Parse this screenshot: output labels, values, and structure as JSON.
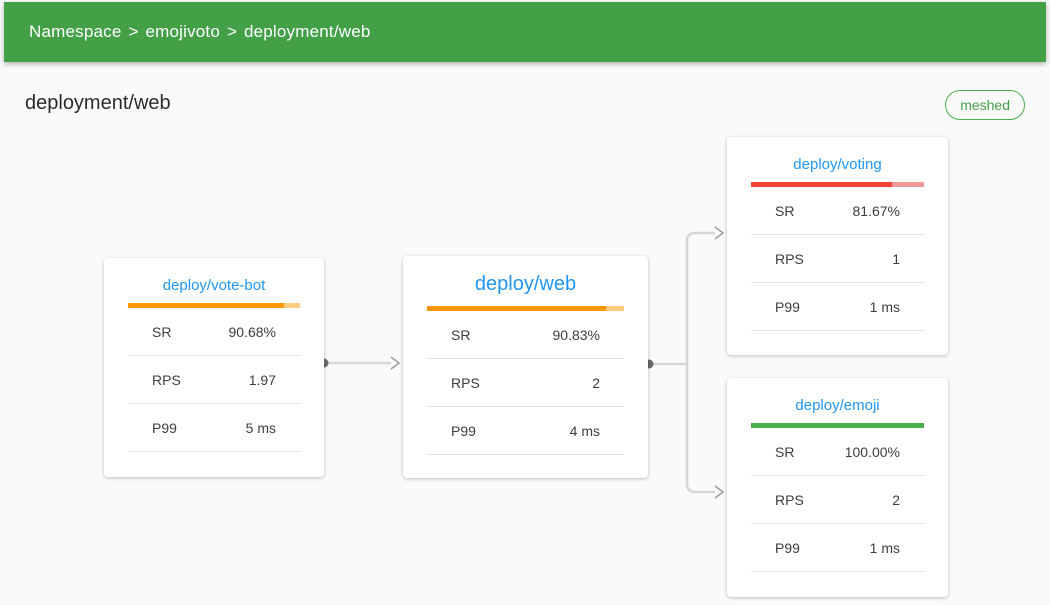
{
  "app": {
    "breadcrumb": {
      "items": [
        "Namespace",
        "emojivoto",
        "deployment/web"
      ],
      "separator": ">"
    },
    "page_title": "deployment/web",
    "meshed_badge": "meshed"
  },
  "colors": {
    "header_green": "#43A047",
    "node_title_blue": "#2196F3",
    "success_green": "#4CAF50",
    "warning_orange": "#FF9800",
    "warning_orange_light": "#FFCC80",
    "danger_red": "#F44336",
    "danger_red_light": "#EF9A9A",
    "badge_green": "#4CAF50",
    "background": "#fafafa"
  },
  "graph": {
    "nodes": [
      {
        "id": "vote-bot",
        "title": "deploy/vote-bot",
        "focal": false,
        "bar": {
          "percent": 90.68,
          "color": "#FF9800",
          "remainder_color": "#FFCC80"
        },
        "rows": [
          {
            "label": "SR",
            "value": "90.68%"
          },
          {
            "label": "RPS",
            "value": "1.97"
          },
          {
            "label": "P99",
            "value": "5 ms"
          }
        ]
      },
      {
        "id": "web",
        "title": "deploy/web",
        "focal": true,
        "bar": {
          "percent": 90.83,
          "color": "#FF9800",
          "remainder_color": "#FFCC80"
        },
        "rows": [
          {
            "label": "SR",
            "value": "90.83%"
          },
          {
            "label": "RPS",
            "value": "2"
          },
          {
            "label": "P99",
            "value": "4 ms"
          }
        ]
      },
      {
        "id": "voting",
        "title": "deploy/voting",
        "focal": false,
        "bar": {
          "percent": 81.67,
          "color": "#F44336",
          "remainder_color": "#EF9A9A"
        },
        "rows": [
          {
            "label": "SR",
            "value": "81.67%"
          },
          {
            "label": "RPS",
            "value": "1"
          },
          {
            "label": "P99",
            "value": "1 ms"
          }
        ]
      },
      {
        "id": "emoji",
        "title": "deploy/emoji",
        "focal": false,
        "bar": {
          "percent": 100,
          "color": "#4CAF50",
          "remainder_color": "#4CAF50"
        },
        "rows": [
          {
            "label": "SR",
            "value": "100.00%"
          },
          {
            "label": "RPS",
            "value": "2"
          },
          {
            "label": "P99",
            "value": "1 ms"
          }
        ]
      }
    ],
    "edges": [
      {
        "from": "deploy/vote-bot",
        "to": "deploy/web"
      },
      {
        "from": "deploy/web",
        "to": "deploy/voting"
      },
      {
        "from": "deploy/web",
        "to": "deploy/emoji"
      }
    ]
  }
}
